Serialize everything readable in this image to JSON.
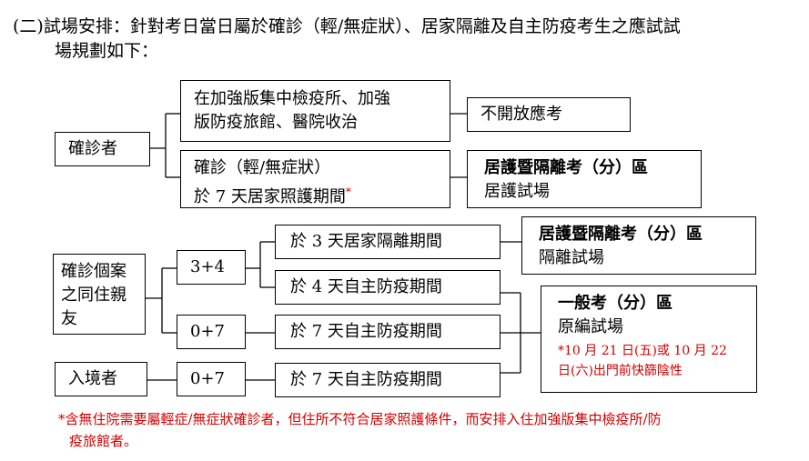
{
  "heading": {
    "line1": "(二)試場安排：針對考日當日屬於確診（輕/無症狀）、居家隔離及自主防疫考生之應試試",
    "line2": "場規劃如下："
  },
  "nodes": {
    "confirmed": "確診者",
    "quarantine_hotel_line1": "在加強版集中檢疫所、加強",
    "quarantine_hotel_line2": "版防疫旅館、醫院收治",
    "no_exam": "不開放應考",
    "home_care_line1": "確診（輕/無症狀）",
    "home_care_line2": "於 7 天居家照護期間",
    "home_care_mark": "*",
    "home_care_room_title": "居護暨隔離考（分）區",
    "home_care_room_sub": "居護試場",
    "cohabit_line1": "確診個案",
    "cohabit_line2": "之同住親",
    "cohabit_line3": "友",
    "plan_3_4": "3+4",
    "plan_0_7_a": "0+7",
    "isolation_3": "於 3 天居家隔離期間",
    "isolation_room_title": "居護暨隔離考（分）區",
    "isolation_room_sub": "隔離試場",
    "self_4": "於 4 天自主防疫期間",
    "self_7_a": "於 7 天自主防疫期間",
    "general_title": "一般考（分）區",
    "general_sub": "原編試場",
    "general_note_line1": "*10 月 21 日(五)或 10 月 22",
    "general_note_line2": "日(六)出門前快篩陰性",
    "entry": "入境者",
    "plan_0_7_b": "0+7",
    "self_7_b": "於 7 天自主防疫期間"
  },
  "footnote": {
    "line1": "*含無住院需要屬輕症/無症狀確診者，但住所不符合居家照護條件，而安排入住加強版集中檢疫所/防",
    "line2": "疫旅館者。"
  },
  "colors": {
    "line": "#000000",
    "note_red": "#d00000"
  }
}
